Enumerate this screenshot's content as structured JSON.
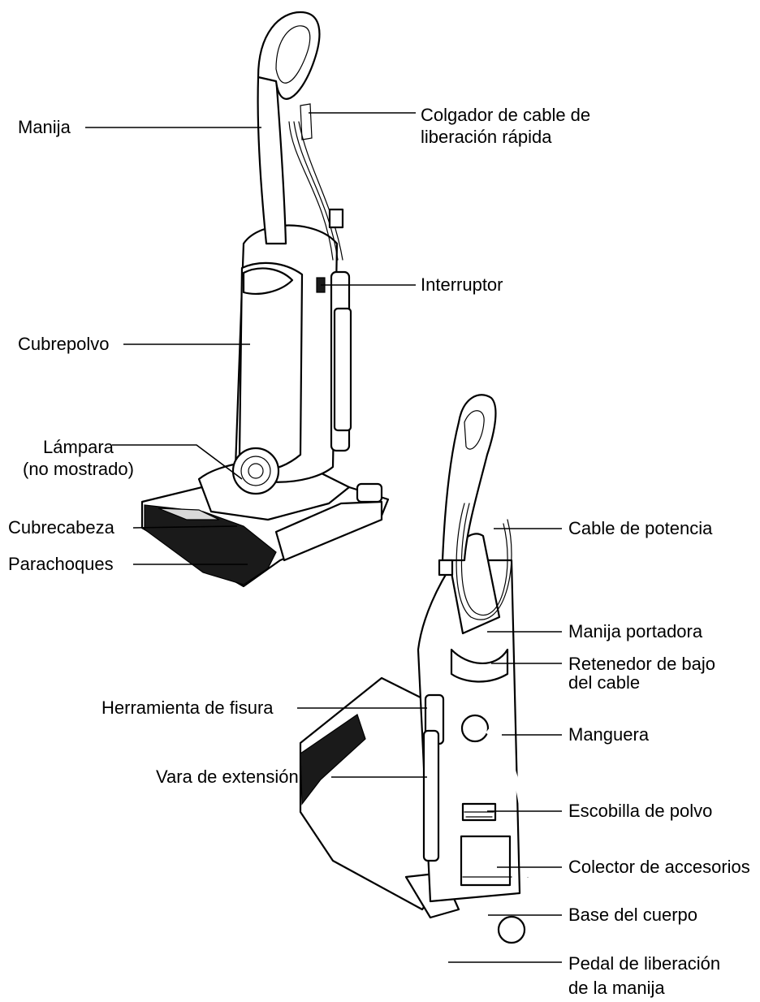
{
  "labels": {
    "manija": "Manija",
    "colgador": "Colgador de cable de\nliberación rápida",
    "interruptor": "Interruptor",
    "cubrepolvo": "Cubrepolvo",
    "lampara": "Lámpara\n(no mostrado)",
    "cubrecabeza": "Cubrecabeza",
    "parachoques": "Parachoques",
    "cable_potencia": "Cable de potencia",
    "manija_portadora": "Manija portadora",
    "retenedor": "Retenedor de bajo\ndel cable",
    "herramienta_fisura": "Herramienta de fisura",
    "manguera": "Manguera",
    "vara_extension": "Vara de extensión",
    "escobilla": "Escobilla de polvo",
    "colector": "Colector de accesorios",
    "base_cuerpo": "Base del cuerpo",
    "pedal": "Pedal de liberación\nde la manija"
  },
  "colors": {
    "line": "#000000",
    "background": "#ffffff",
    "dark": "#1a1a1a"
  }
}
